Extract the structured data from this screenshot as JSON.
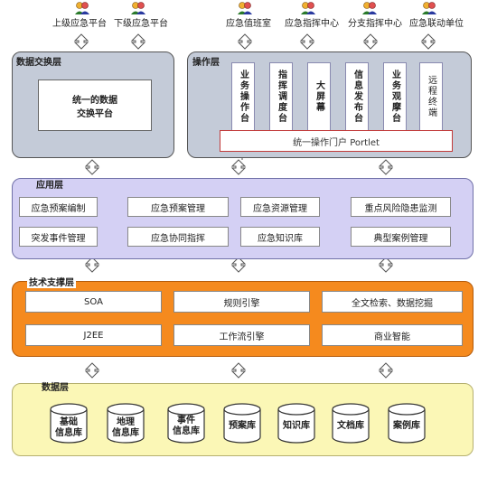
{
  "top_sources": [
    {
      "label": "上级应急平台"
    },
    {
      "label": "下级应急平台"
    },
    {
      "label": "应急值班室"
    },
    {
      "label": "应急指挥中心"
    },
    {
      "label": "分支指挥中心"
    },
    {
      "label": "应急联动单位"
    }
  ],
  "data_exchange_layer": {
    "title": "数据交换层",
    "platform_line1": "统一的数据",
    "platform_line2": "交换平台"
  },
  "operation_layer": {
    "title": "操作层",
    "stations": [
      "业务操作台",
      "指挥调度台",
      "大屏幕",
      "信息发布台",
      "业务观摩台",
      "远程终端"
    ],
    "portal": "统一操作门户 Portlet"
  },
  "application_layer": {
    "title": "应用层",
    "row1": [
      "应急预案编制",
      "应急预案管理",
      "应急资源管理",
      "重点风险隐患监测"
    ],
    "row2": [
      "突发事件管理",
      "应急协同指挥",
      "应急知识库",
      "典型案例管理"
    ]
  },
  "tech_layer": {
    "title": "技术支撑层",
    "row1": [
      "SOA",
      "规则引擎",
      "全文检索、数据挖掘"
    ],
    "row2": [
      "J2EE",
      "工作流引擎",
      "商业智能"
    ]
  },
  "data_layer": {
    "title": "数据层",
    "stores": [
      {
        "line1": "基础",
        "line2": "信息库"
      },
      {
        "line1": "地理",
        "line2": "信息库"
      },
      {
        "line1": "事件",
        "line2": "信息库"
      },
      {
        "line1": "预案库",
        "line2": ""
      },
      {
        "line1": "知识库",
        "line2": ""
      },
      {
        "line1": "文档库",
        "line2": ""
      },
      {
        "line1": "案例库",
        "line2": ""
      }
    ]
  },
  "colors": {
    "gray_layer": "#c4cbd8",
    "app_layer": "#d4d0f4",
    "tech_layer": "#f58a1e",
    "data_layer": "#fbf7b6",
    "arrow_fill": "#ffffff",
    "arrow_stroke": "#555555"
  }
}
